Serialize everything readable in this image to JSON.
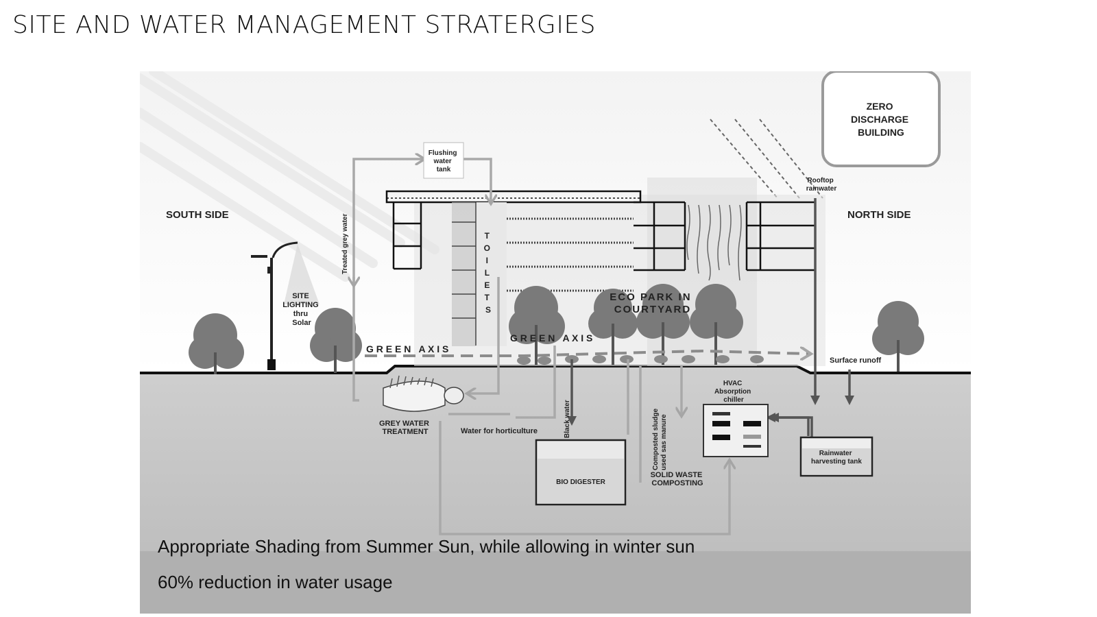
{
  "slide": {
    "title": "SITE AND WATER MANAGEMENT STRATERGIES"
  },
  "diagram": {
    "labels": {
      "south_side": "SOUTH SIDE",
      "north_side": "NORTH SIDE",
      "zero_discharge": [
        "ZERO",
        "DISCHARGE",
        "BUILDING"
      ],
      "flushing_tank": [
        "Flushing",
        "water",
        "tank"
      ],
      "rooftop_rainwater": [
        "Rooftop",
        "rainwater"
      ],
      "treated_grey_water": "Treated grey water",
      "toilets": [
        "T",
        "O",
        "I",
        "L",
        "E",
        "T",
        "S"
      ],
      "site_lighting": [
        "SITE",
        "LIGHTING",
        "thru",
        "Solar"
      ],
      "eco_park": [
        "ECO PARK IN",
        "COURTYARD"
      ],
      "green_axis_left": "G R E E N   A X I S",
      "green_axis_mid": "G R E E N   A X I S",
      "surface_runoff": "Surface runoff",
      "grey_water_treatment": [
        "GREY WATER",
        "TREATMENT"
      ],
      "water_for_horticulture": "Water for horticulture",
      "black_water": "Black water",
      "composted_sludge": [
        "Composted sludge",
        "used sas manure"
      ],
      "hvac": [
        "HVAC",
        "Absorption",
        "chiller"
      ],
      "rainwater_tank": [
        "Rainwater",
        "harvesting tank"
      ],
      "bio_digester": "BIO DIGESTER",
      "solid_waste": [
        "SOLID WASTE",
        "COMPOSTING"
      ]
    },
    "captions": {
      "line1": "Appropriate Shading from Summer Sun, while allowing in winter sun",
      "line2": "60% reduction in water usage"
    },
    "colors": {
      "ground": "#c4c4c4",
      "ground_deep": "#b3b3b3",
      "flow_arrow": "#a9a9a9",
      "tree": "#7a7a7a",
      "building_line": "#111111"
    }
  }
}
